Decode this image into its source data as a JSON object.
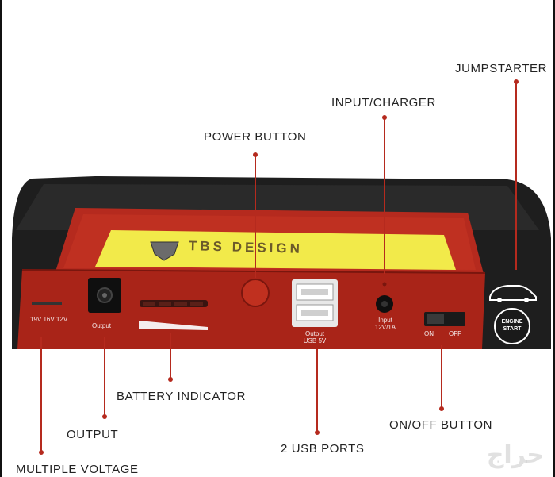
{
  "callouts": {
    "jumpstarter": "JUMPSTARTER",
    "input_charger": "INPUT/CHARGER",
    "power_button": "POWER BUTTON",
    "battery_indicator": "BATTERY INDICATOR",
    "output": "OUTPUT",
    "on_off_button": "ON/OFF BUTTON",
    "usb_ports": "2 USB PORTS",
    "multiple_voltage": "MULTIPLE VOLTAGE"
  },
  "device": {
    "brand": "TBS DESIGN",
    "voltage_text": "19V 16V 12V",
    "output_text": "Output",
    "usb_text_1": "Output",
    "usb_text_2": "USB 5V",
    "input_text_1": "Input",
    "input_text_2": "12V/1A",
    "on_text": "ON",
    "off_text": "OFF",
    "engine_text_1": "ENGINE",
    "engine_text_2": "START"
  },
  "watermark": "حراج",
  "colors": {
    "body_red": "#b52a1e",
    "panel_yellow": "#f2ea4a",
    "case_black": "#1e1e1e"
  }
}
